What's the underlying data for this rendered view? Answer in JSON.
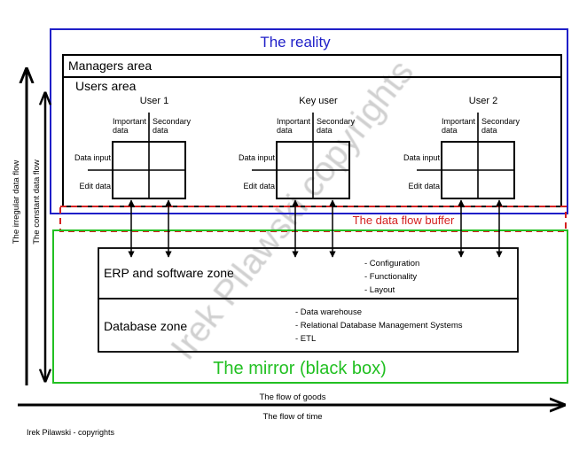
{
  "reality": {
    "title": "The reality",
    "color": "#1f1fc8"
  },
  "managers_area": {
    "label": "Managers area"
  },
  "users_area": {
    "label": "Users area"
  },
  "users": [
    {
      "title": "User 1",
      "important": [
        "Important",
        "data"
      ],
      "secondary": [
        "Secondary",
        "data"
      ],
      "data_input": "Data input",
      "edit_data": "Edit data"
    },
    {
      "title": "Key user",
      "important": [
        "Important",
        "data"
      ],
      "secondary": [
        "Secondary",
        "data"
      ],
      "data_input": "Data input",
      "edit_data": "Edit data"
    },
    {
      "title": "User 2",
      "important": [
        "Important",
        "data"
      ],
      "secondary": [
        "Secondary",
        "data"
      ],
      "data_input": "Data input",
      "edit_data": "Edit data"
    }
  ],
  "buffer": {
    "label": "The data flow buffer",
    "color": "#d42020"
  },
  "erp_zone": {
    "label": "ERP and software zone",
    "items": [
      "- Configuration",
      "- Functionality",
      "- Layout"
    ]
  },
  "database_zone": {
    "label": "Database zone",
    "items": [
      "- Data warehouse",
      "- Relational Database Management Systems",
      "- ETL"
    ]
  },
  "mirror": {
    "title": "The mirror (black box)",
    "color": "#22c022"
  },
  "axes": {
    "irregular": "The irregular data flow",
    "constant": "The constant data flow",
    "goods": "The flow of goods",
    "time": "The flow of time"
  },
  "watermark": "Irek Pilawski copyrights",
  "footer": "Irek Pilawski - copyrights"
}
